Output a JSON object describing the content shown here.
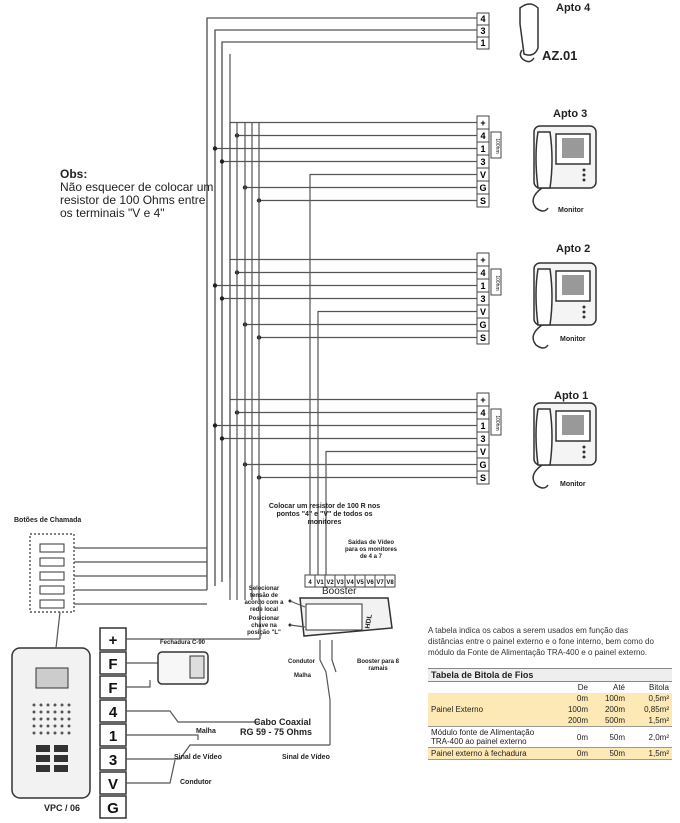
{
  "apartments": {
    "apto4": {
      "title": "Apto 4",
      "model": "AZ.01",
      "terminals": [
        "4",
        "3",
        "1"
      ]
    },
    "apto3": {
      "title": "Apto 3",
      "device": "Monitor",
      "terminals": [
        "+",
        "4",
        "1",
        "3",
        "V",
        "G",
        "S"
      ]
    },
    "apto2": {
      "title": "Apto 2",
      "device": "Monitor",
      "terminals": [
        "+",
        "4",
        "1",
        "3",
        "V",
        "G",
        "S"
      ]
    },
    "apto1": {
      "title": "Apto 1",
      "device": "Monitor",
      "terminals": [
        "+",
        "4",
        "1",
        "3",
        "V",
        "G",
        "S"
      ]
    }
  },
  "resistor_tag": "100hm",
  "obs": {
    "heading": "Obs:",
    "text": "Não esquecer de colocar um resistor de 100 Ohms entre os terminais \"V e 4\""
  },
  "labels": {
    "botoes": "Botões de Chamada",
    "resistor_note": "Colocar um resistor de 100 R nos pontos \"4\" e \"V\" de todos os monitores",
    "saidas": "Saídas de Vídeo para os monitores de 4 a 7",
    "selecionar": "Selecionar tensão de acordo com a rede local",
    "posicionar": "Posicionar chave na posição \"L\"",
    "booster": "Booster",
    "booster_ramais": "Booster para 8 ramais",
    "hdl": "HDL",
    "fechadura": "Fechadura C-90",
    "condutor_top": "Condutor",
    "malha_top": "Malha",
    "malha": "Malha",
    "coax_title": "Cabo Coaxial",
    "coax_spec": "RG 59 - 75 Ohms",
    "sinal_video_left": "Sinal de Vídeo",
    "sinal_video_right": "Sinal de Vídeo",
    "condutor": "Condutor",
    "panel_model": "VPC / 06"
  },
  "booster_terminals": [
    "4",
    "V1",
    "V2",
    "V3",
    "V4",
    "V5",
    "V6",
    "V7",
    "V8"
  ],
  "panel_terminals": [
    "+",
    "F",
    "F",
    "4",
    "1",
    "3",
    "V",
    "G"
  ],
  "info_text": "A tabela indica os cabos a serem usados em função das distâncias entre o painel externo e o fone interno, bem como do módulo da Fonte de Alimentação TRA-400 e o painel externo.",
  "gauge_table": {
    "title": "Tabela de Bitola de Fios",
    "headers": [
      "De",
      "Até",
      "Bitola"
    ],
    "groups": [
      {
        "label": "Painel Externo",
        "rows": [
          [
            "0m",
            "100m",
            "0,5m²"
          ],
          [
            "100m",
            "200m",
            "0,85m²"
          ],
          [
            "200m",
            "500m",
            "1,5m²"
          ]
        ],
        "highlight": true
      },
      {
        "label": "Módulo fonte de Alimentação TRA-400 ao painel externo",
        "rows": [
          [
            "0m",
            "50m",
            "2,0m²"
          ]
        ],
        "highlight": false
      },
      {
        "label": "Painel externo à fechadura",
        "rows": [
          [
            "0m",
            "50m",
            "1,5m²"
          ]
        ],
        "highlight": true
      }
    ]
  }
}
